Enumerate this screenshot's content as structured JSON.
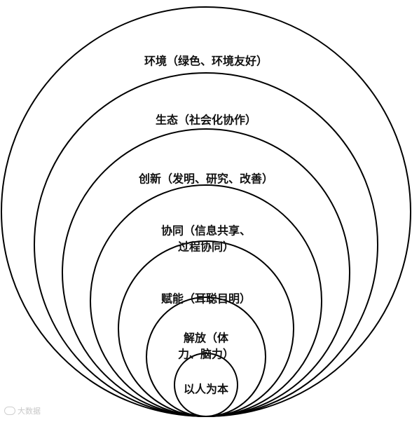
{
  "diagram": {
    "type": "nested-circles",
    "layers": [
      {
        "lines": [
          "环境（绿色、环境友好）"
        ]
      },
      {
        "lines": [
          "生态（社会化协作）"
        ]
      },
      {
        "lines": [
          "创新（发明、研究、改善）"
        ]
      },
      {
        "lines": [
          "协同（信息共享、",
          "过程协同）"
        ]
      },
      {
        "lines": [
          "赋能（耳聪目明）"
        ]
      },
      {
        "lines": [
          "解放（体",
          "力、脑力）"
        ]
      },
      {
        "lines": [
          "以人为本"
        ]
      }
    ]
  },
  "watermark": {
    "text": "大数据",
    "icon": "logo-icon"
  }
}
